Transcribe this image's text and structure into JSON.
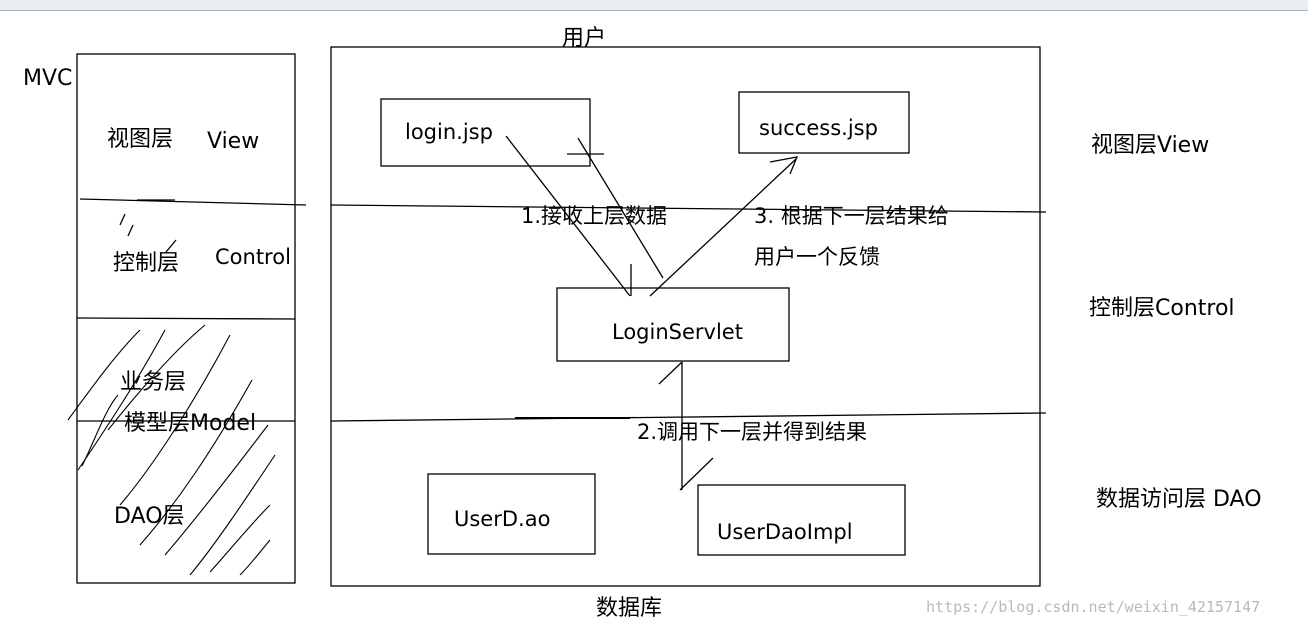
{
  "top_label": "用户",
  "bottom_label": "数据库",
  "left_panel": {
    "mvc": "MVC",
    "view_cn": "视图层",
    "view_en": "View",
    "control_cn": "控制层",
    "control_en": "Control",
    "service": "业务层",
    "model": "模型层Model",
    "dao": "DAO层"
  },
  "main_panel": {
    "login_jsp": "login.jsp",
    "success_jsp": "success.jsp",
    "login_servlet": "LoginServlet",
    "user_dao": "UserD.ao",
    "user_dao_impl": "UserDaoImpl",
    "step1": "1.接收上层数据",
    "step3_line1": "3. 根据下一层结果给",
    "step3_line2": "用户一个反馈",
    "step2": "2.调用下一层并得到结果"
  },
  "right_labels": {
    "view": "视图层View",
    "control": "控制层Control",
    "dao": "数据访问层 DAO"
  },
  "watermark": "https://blog.csdn.net/weixin_42157147"
}
